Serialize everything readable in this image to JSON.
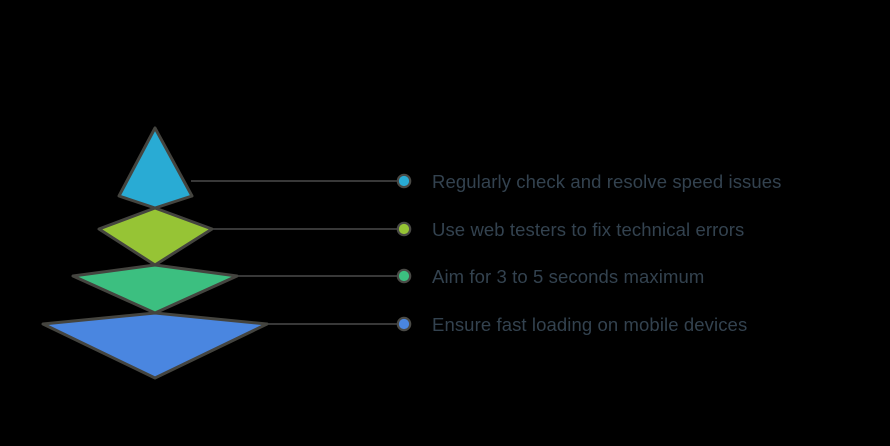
{
  "diagram": {
    "type": "layered-pyramid",
    "background_color": "#000000",
    "outline_color": "#4a4a46",
    "connector_color": "#4a4a4a",
    "text_color": "#33424f",
    "levels": [
      {
        "index": 1,
        "position": "top",
        "shape": "triangle-apex",
        "color": "#29abd4",
        "label": "Regularly check and resolve speed issues",
        "bullet_name": "bullet-level-1"
      },
      {
        "index": 2,
        "position": "upper-middle",
        "shape": "diamond",
        "color": "#96c435",
        "label": "Use web testers to fix technical errors",
        "bullet_name": "bullet-level-2"
      },
      {
        "index": 3,
        "position": "lower-middle",
        "shape": "diamond",
        "color": "#3cbf80",
        "label": "Aim for 3 to 5 seconds maximum",
        "bullet_name": "bullet-level-3"
      },
      {
        "index": 4,
        "position": "bottom",
        "shape": "diamond",
        "color": "#4a86e0",
        "label": "Ensure fast loading on mobile devices",
        "bullet_name": "bullet-level-4"
      }
    ]
  }
}
